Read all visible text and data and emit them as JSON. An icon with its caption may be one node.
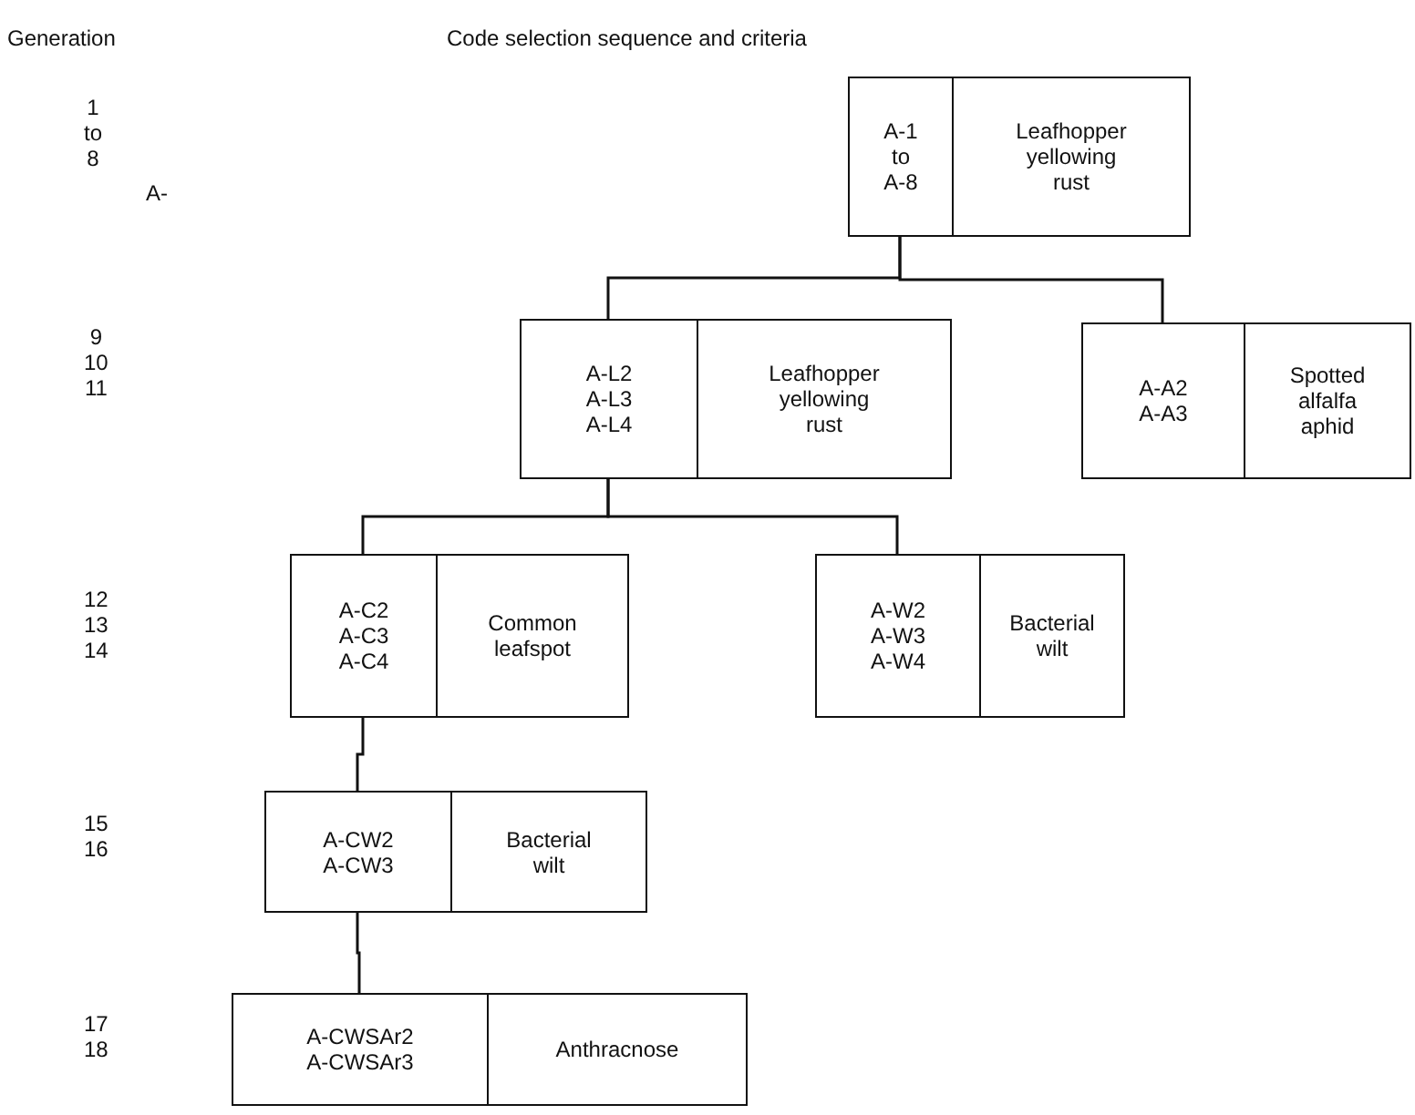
{
  "diagram": {
    "nodes": [
      {
        "text": [
          "A-1 to A-8",
          "Leafhopper yellowing rust"
        ]
      },
      {
        "text": [
          "A-L2 A-L3 A-L4",
          "Leafhopper yellowing rust"
        ]
      },
      {
        "text": [
          "A-A2 A-A3",
          "Spotted alfalfa aphid"
        ]
      },
      {
        "text": [
          "A-C2 A-C3 A-C4",
          "Common leafspot"
        ]
      },
      {
        "text": [
          "A-W2 A-W3 A-W4",
          "Bacterial wilt"
        ]
      },
      {
        "text": [
          "A-CW2 A-CW3",
          "Bacterial wilt"
        ]
      },
      {
        "text": [
          "A-CWSAr2 A-CWSAr3",
          "Anthracnose"
        ]
      }
    ],
    "edges": [
      {
        "from": 0,
        "to": 1,
        "arrow": "none"
      },
      {
        "from": 0,
        "to": 2,
        "arrow": "none"
      },
      {
        "from": 1,
        "to": 3,
        "arrow": "none"
      },
      {
        "from": 1,
        "to": 4,
        "arrow": "none"
      },
      {
        "from": 3,
        "to": 5,
        "arrow": "none"
      },
      {
        "from": 5,
        "to": 6,
        "arrow": "none"
      }
    ],
    "labels": [
      "Generation",
      "Code selection sequence and criteria",
      "1 to 8",
      "A-",
      "9 10 11",
      "12 13 14",
      "15 16",
      "17 18"
    ]
  }
}
